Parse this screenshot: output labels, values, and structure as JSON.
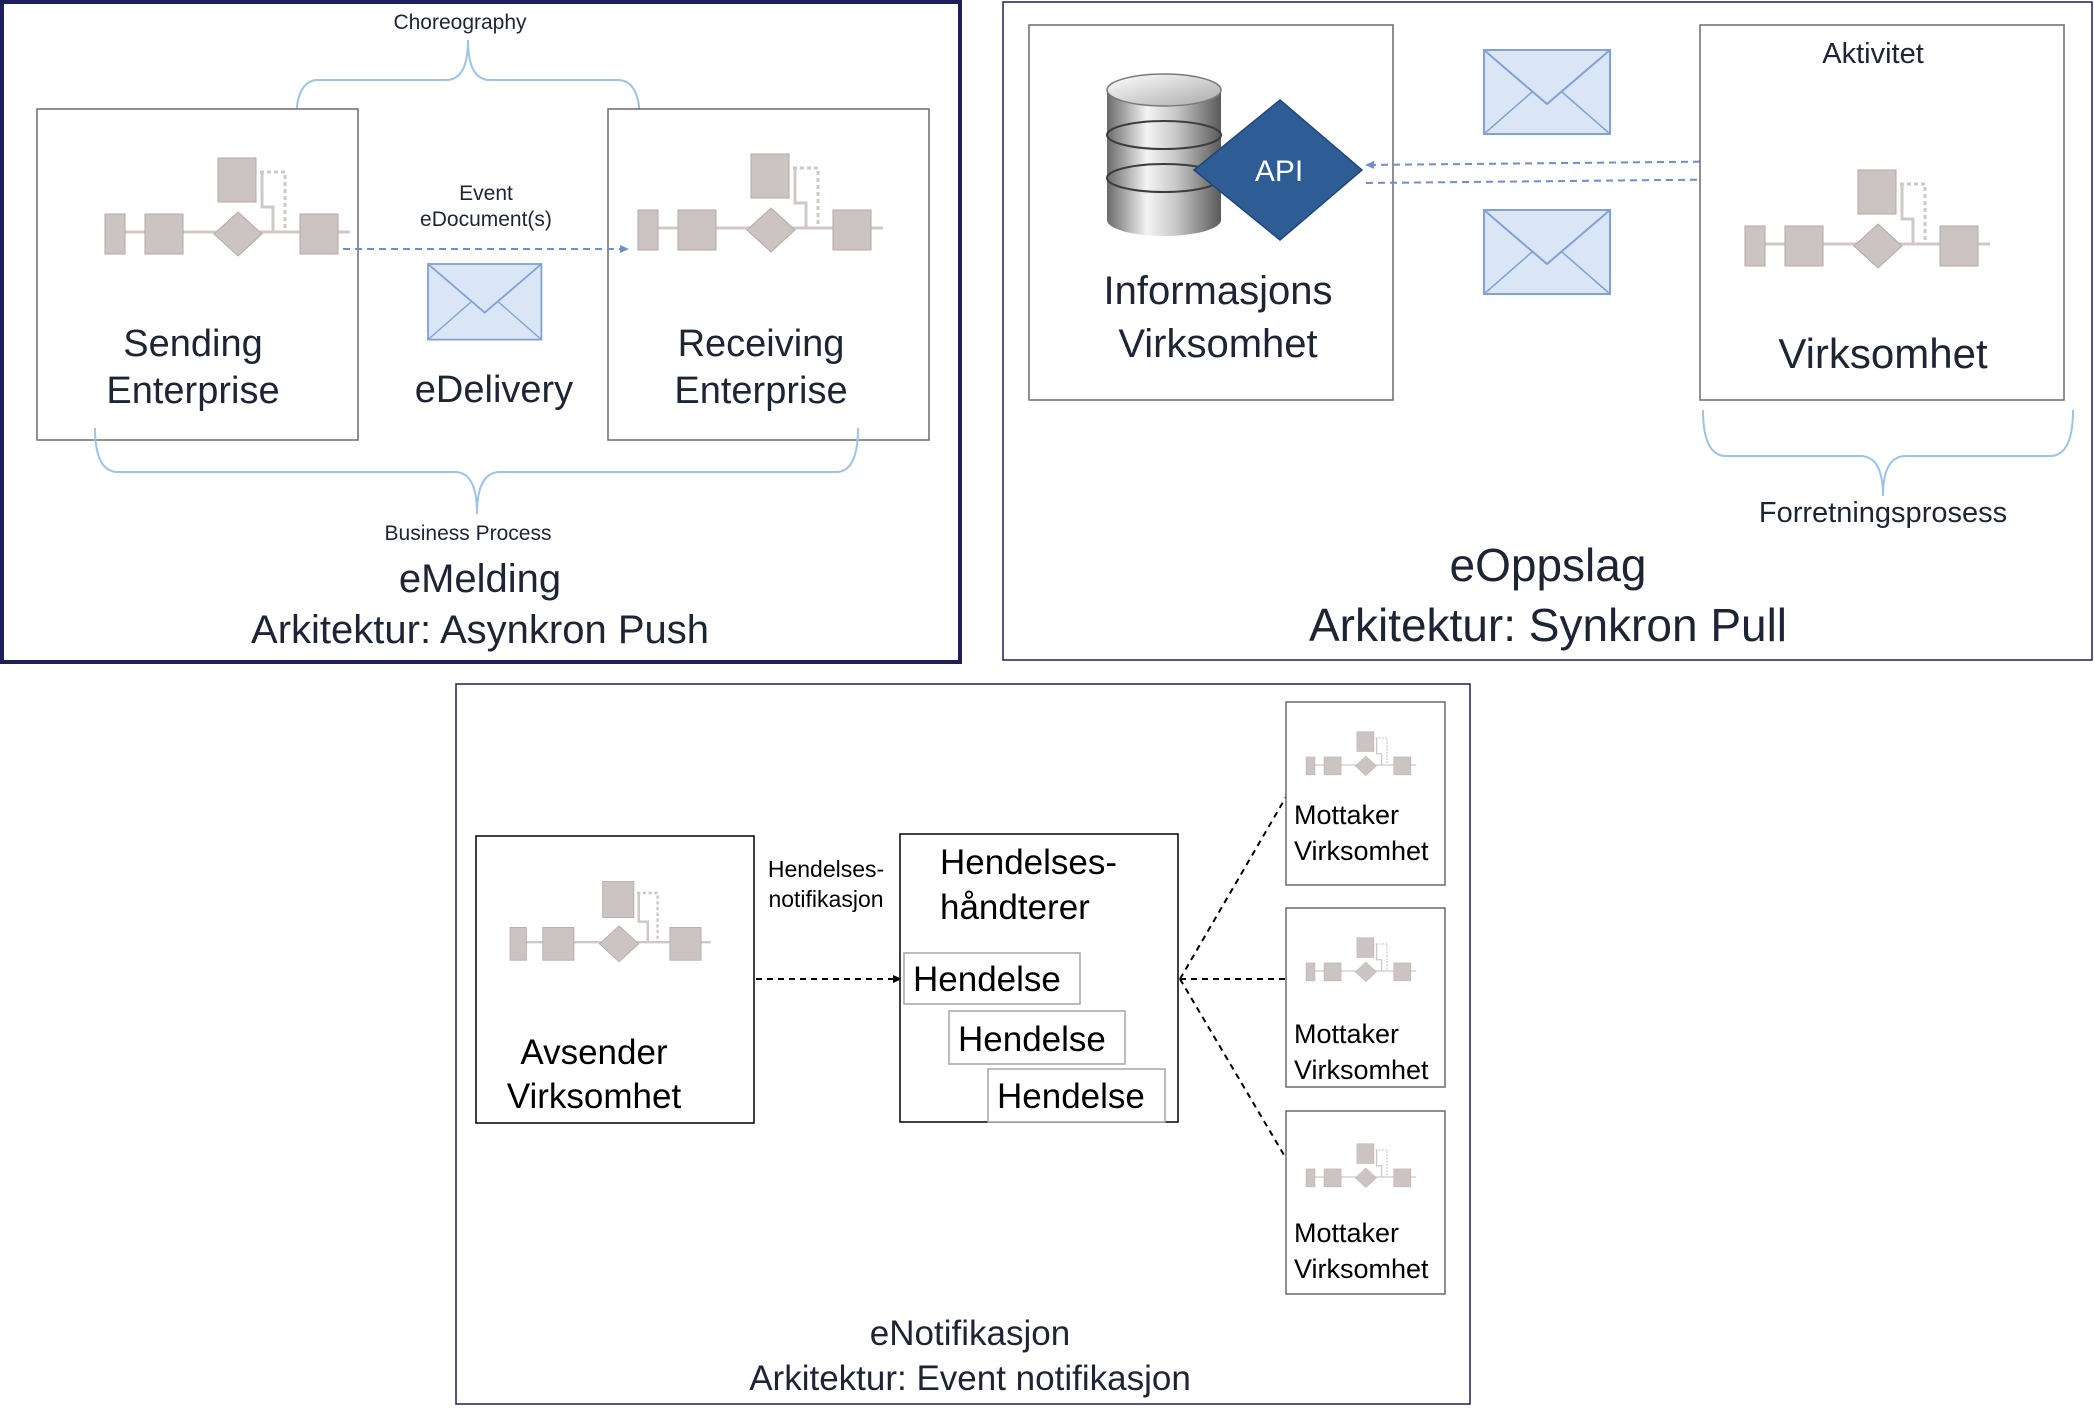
{
  "emelding": {
    "choreography_label": "Choreography",
    "sending": {
      "line1": "Sending",
      "line2": "Enterprise"
    },
    "receiving": {
      "line1": "Receiving",
      "line2": "Enterprise"
    },
    "event_label": "Event",
    "edocument_label": "eDocument(s)",
    "edelivery_label": "eDelivery",
    "business_process_label": "Business Process",
    "title": "eMelding",
    "subtitle": "Arkitektur: Asynkron Push"
  },
  "eoppslag": {
    "api_label": "API",
    "informasjons": {
      "line1": "Informasjons",
      "line2": "Virksomhet"
    },
    "aktivitet_label": "Aktivitet",
    "virksomhet_label": "Virksomhet",
    "forretningsprosess_label": "Forretningsprosess",
    "title": "eOppslag",
    "subtitle": "Arkitektur: Synkron Pull"
  },
  "enotifikasjon": {
    "avsender": {
      "line1": "Avsender",
      "line2": "Virksomhet"
    },
    "notification_label": {
      "line1": "Hendelses-",
      "line2": "notifikasjon"
    },
    "handler": {
      "line1": "Hendelses-",
      "line2": "håndterer"
    },
    "events": [
      "Hendelse",
      "Hendelse",
      "Hendelse"
    ],
    "receivers": [
      {
        "line1": "Mottaker",
        "line2": "Virksomhet"
      },
      {
        "line1": "Mottaker",
        "line2": "Virksomhet"
      },
      {
        "line1": "Mottaker",
        "line2": "Virksomhet"
      }
    ],
    "title": "eNotifikasjon",
    "subtitle": "Arkitektur: Event notifikasjon"
  },
  "colors": {
    "frame_dark": "#1f1f5c",
    "box_border": "#6b6b6b",
    "bracket_blue": "#9dc3e6",
    "arrow_blue": "#6f8fc8",
    "api_diamond": "#2e5d95",
    "envelope_fill": "#dae6f5",
    "envelope_stroke": "#7fa2d6",
    "process_shape": "#ccc4c2"
  }
}
